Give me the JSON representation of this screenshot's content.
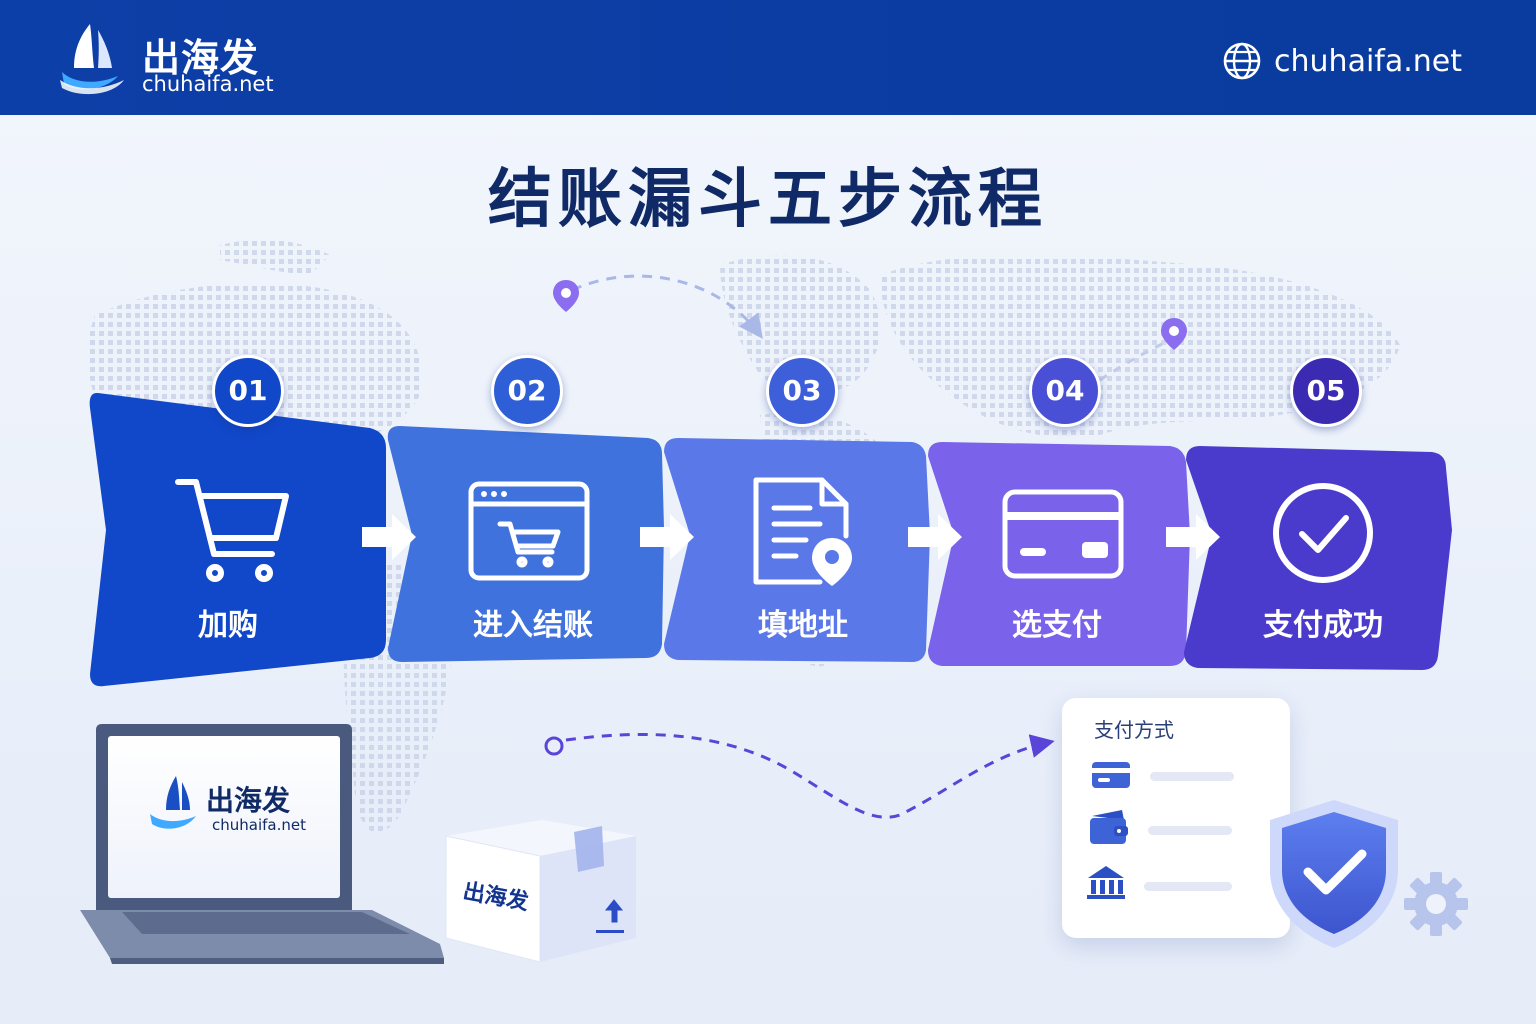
{
  "header": {
    "brand_name": "出海发",
    "brand_domain": "chuhaifa.net",
    "site_link": "chuhaifa.net",
    "icon": "globe-icon"
  },
  "title": "结账漏斗五步流程",
  "steps": [
    {
      "number": "01",
      "label": "加购",
      "icon": "shopping-cart-icon",
      "color": "#1148c9"
    },
    {
      "number": "02",
      "label": "进入结账",
      "icon": "browser-cart-icon",
      "color": "#3f72dc"
    },
    {
      "number": "03",
      "label": "填地址",
      "icon": "document-location-icon",
      "color": "#5b78e8"
    },
    {
      "number": "04",
      "label": "选支付",
      "icon": "credit-card-icon",
      "color": "#7a62ea"
    },
    {
      "number": "05",
      "label": "支付成功",
      "icon": "check-circle-icon",
      "color": "#4b3bcc"
    }
  ],
  "laptop": {
    "brand_name": "出海发",
    "brand_domain": "chuhaifa.net"
  },
  "box": {
    "label": "出海发"
  },
  "payment_card": {
    "title": "支付方式",
    "methods": [
      {
        "icon": "card-icon"
      },
      {
        "icon": "wallet-icon"
      },
      {
        "icon": "bank-icon"
      }
    ]
  },
  "colors": {
    "header_bg": "#0d3fa8",
    "title": "#0f2a66",
    "accent_purple": "#6a4fe0"
  }
}
